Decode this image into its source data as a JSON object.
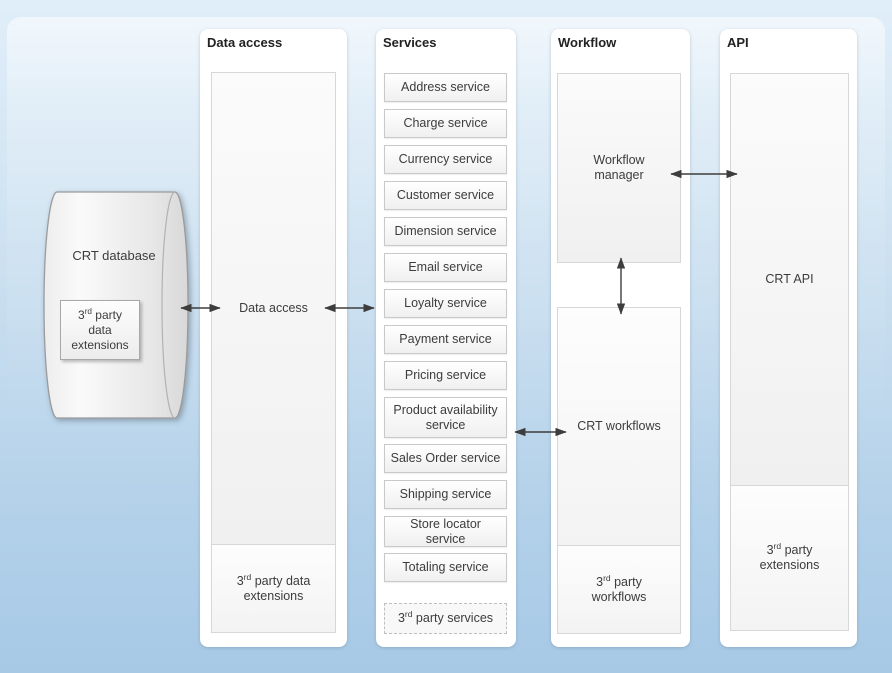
{
  "colors": {
    "background_top": "#dfeef9",
    "background_bottom": "#a6c8e5",
    "column_background": "#ffffff",
    "box_border": "#c9c9c9",
    "arrow": "#3d3d3d",
    "text": "#3c3c3c"
  },
  "database": {
    "label": "CRT database",
    "extension_box": {
      "pre": "3",
      "sup": "rd",
      "post": " party\ndata\nextensions"
    }
  },
  "columns": [
    {
      "title": "Data access",
      "main_box_label": "Data access",
      "bottom_box": {
        "pre": "3",
        "sup": "rd",
        "post": " party data\nextensions"
      }
    },
    {
      "title": "Services",
      "services": [
        "Address service",
        "Charge service",
        "Currency service",
        "Customer service",
        "Dimension service",
        "Email service",
        "Loyalty service",
        "Payment service",
        "Pricing service",
        "Product availability\nservice",
        "Sales Order service",
        "Shipping service",
        "Store locator\nservice",
        "Totaling service"
      ],
      "third_party_box": {
        "pre": "3",
        "sup": "rd",
        "post": " party services"
      }
    },
    {
      "title": "Workflow",
      "manager_box_label": "Workflow\nmanager",
      "crt_box_label": "CRT workflows",
      "third_party_box": {
        "pre": "3",
        "sup": "rd",
        "post": " party\nworkflows"
      }
    },
    {
      "title": "API",
      "crt_box_label": "CRT API",
      "third_party_box": {
        "pre": "3",
        "sup": "rd",
        "post": " party\nextensions"
      }
    }
  ]
}
